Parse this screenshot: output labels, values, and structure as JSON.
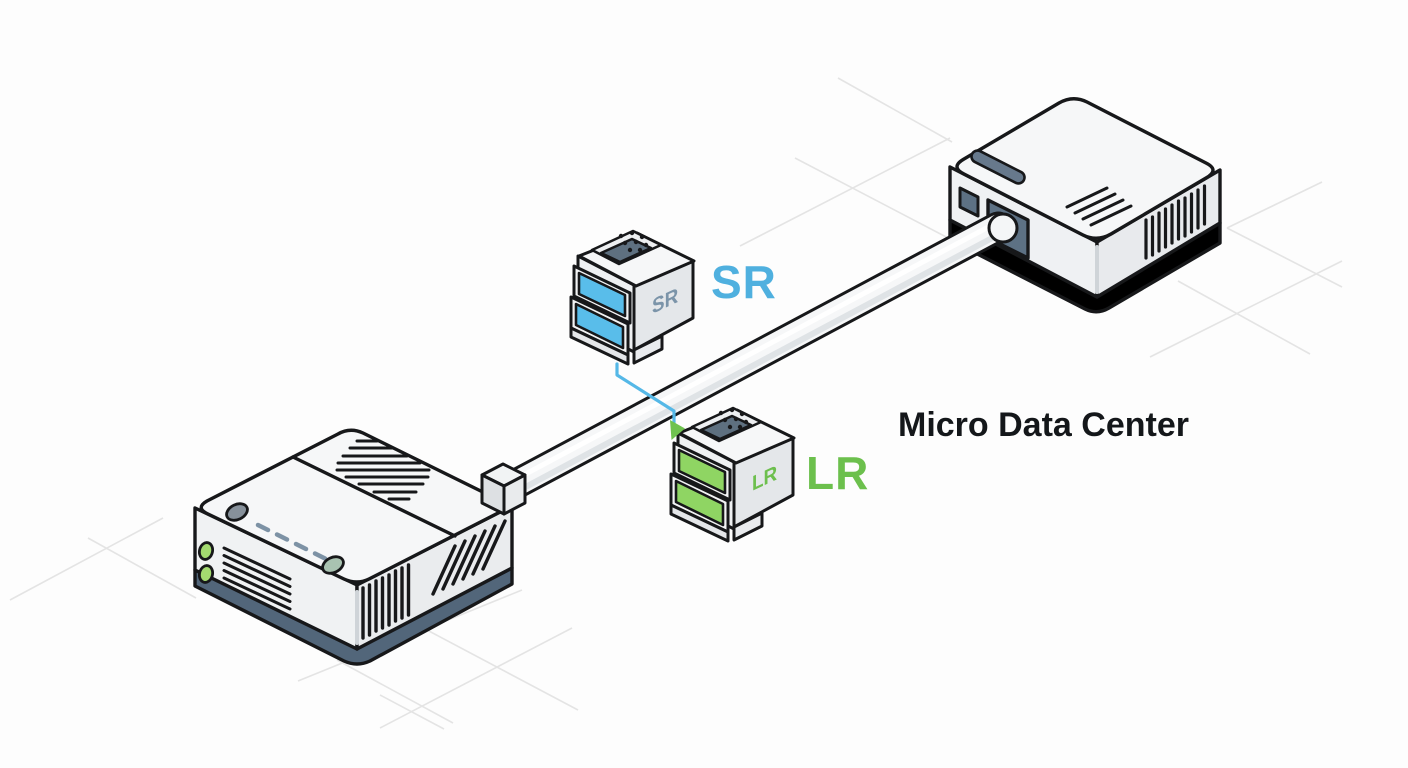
{
  "title": {
    "text": "Micro Data Center"
  },
  "labels": {
    "sr": {
      "text": "SR"
    },
    "lr": {
      "text": "LR"
    }
  },
  "modules": {
    "sr": {
      "face_label": "SR",
      "port_color": "#59bdea",
      "label_color": "#4fb0df"
    },
    "lr": {
      "face_label": "LR",
      "port_color": "#8fd563",
      "label_color": "#6cc04d"
    }
  },
  "colors": {
    "background": "#fdfdfd",
    "outline": "#17181a",
    "device_body": "#f6f7f8",
    "device_base": "#52667a",
    "port_slate": "#5d7184",
    "link_line": "#55b8e7",
    "link_arrow": "#6fc24f",
    "grid_line": "#e4e4e4",
    "title_color": "#14171a"
  }
}
